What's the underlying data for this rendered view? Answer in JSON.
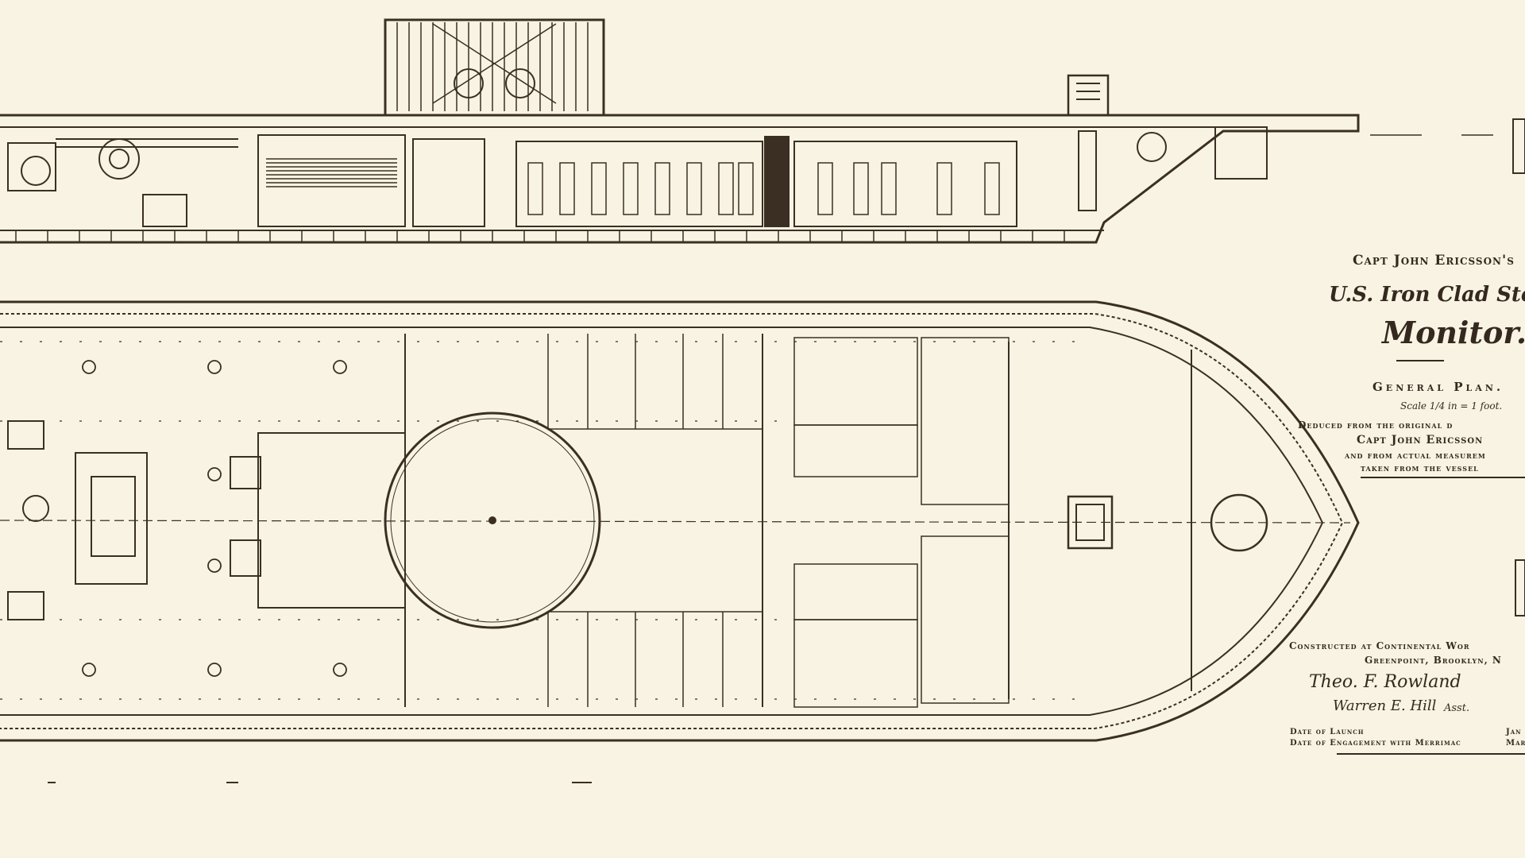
{
  "title_block": {
    "line1": "Capt John Ericsson's",
    "line2": "U.S. Iron Clad Steam",
    "line3": "Monitor.",
    "line4": "General Plan.",
    "line5": "Scale 1/4 in = 1 foot.",
    "line6": "Deduced from the original d",
    "line7": "Capt John Ericsson",
    "line8": "and from actual measurem",
    "line9": "taken from the vessel",
    "line10": "Constructed at Continental Wor",
    "line11": "Greenpoint, Brooklyn, N",
    "signature1": "Theo. F. Rowland",
    "signature2": "Warren E. Hill",
    "signature2_suffix": "Asst.",
    "label_launch": "Date of Launch",
    "label_engagement": "Date of Engagement with Merrimac",
    "value_launch": "Jan",
    "value_engagement": "Mar"
  },
  "colors": {
    "paper": "#f8f3e3",
    "ink": "#3b2f24"
  }
}
